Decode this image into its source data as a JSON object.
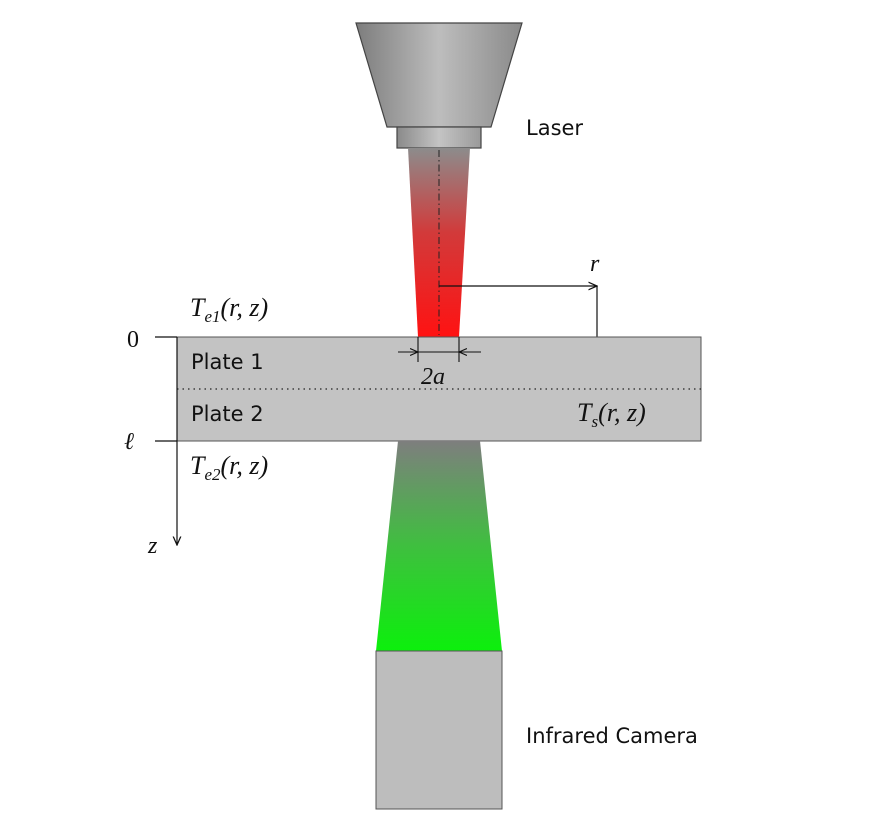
{
  "labels": {
    "laser": "Laser",
    "camera": "Infrared Camera",
    "plate1": "Plate 1",
    "plate2": "Plate 2",
    "r_axis": "r",
    "z_axis": "z",
    "zero": "0",
    "ell": "ℓ",
    "spot_width": "2a"
  },
  "temperatures": {
    "te1_sym": "T",
    "te1_sub": "e1",
    "te1_args": "(r, z)",
    "te2_sym": "T",
    "te2_sub": "e2",
    "te2_args": "(r, z)",
    "ts_sym": "T",
    "ts_sub": "s",
    "ts_args": "(r, z)"
  },
  "colors": {
    "laser_beam": "#ff1a1a",
    "ir_beam": "#10ee10",
    "plate": "#c3c3c3",
    "device": "#bdbdbd"
  }
}
